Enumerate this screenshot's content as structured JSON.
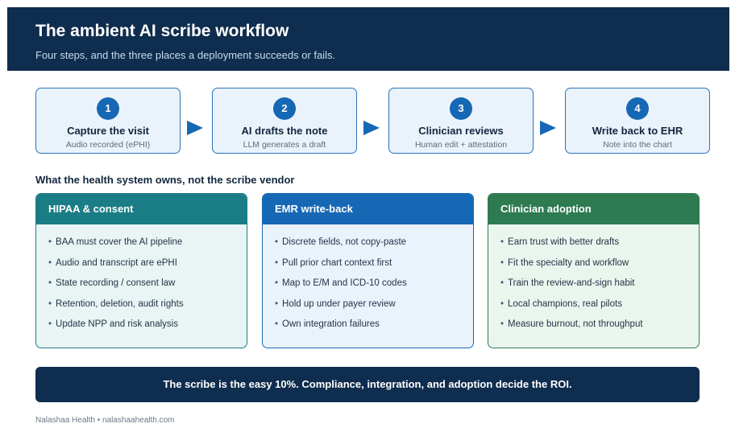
{
  "header": {
    "title": "The ambient AI scribe workflow",
    "subtitle": "Four steps, and the three places a deployment succeeds or fails."
  },
  "steps": [
    {
      "number": "1",
      "title": "Capture the visit",
      "sub": "Audio recorded (ePHI)"
    },
    {
      "number": "2",
      "title": "AI drafts the note",
      "sub": "LLM generates a draft"
    },
    {
      "number": "3",
      "title": "Clinician reviews",
      "sub": "Human edit + attestation"
    },
    {
      "number": "4",
      "title": "Write back to EHR",
      "sub": "Note into the chart"
    }
  ],
  "section_title": "What the health system owns, not the scribe vendor",
  "cards": [
    {
      "title": "HIPAA & consent",
      "color": "#1a7d85",
      "items": [
        "BAA must cover the AI pipeline",
        "Audio and transcript are ePHI",
        "State recording / consent law",
        "Retention, deletion, audit rights",
        "Update NPP and risk analysis"
      ]
    },
    {
      "title": "EMR write-back",
      "color": "#1668b5",
      "items": [
        "Discrete fields, not copy-paste",
        "Pull prior chart context first",
        "Map to E/M and ICD-10 codes",
        "Hold up under payer review",
        "Own integration failures"
      ]
    },
    {
      "title": "Clinician adoption",
      "color": "#2e7b52",
      "items": [
        "Earn trust with better drafts",
        "Fit the specialty and workflow",
        "Train the review-and-sign habit",
        "Local champions, real pilots",
        "Measure burnout, not throughput"
      ]
    }
  ],
  "banner": "The scribe is the easy 10%. Compliance, integration, and adoption decide the ROI.",
  "footer": "Nalashaa Health • nalashaahealth.com"
}
